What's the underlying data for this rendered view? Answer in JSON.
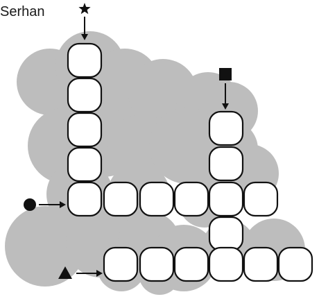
{
  "author_label": "Serhan",
  "colors": {
    "blob": "#bdbdbd",
    "cell_fill": "#ffffff",
    "cell_stroke": "#111111",
    "marker": "#111111"
  },
  "markers": [
    {
      "name": "star-marker",
      "shape": "star",
      "direction": "down"
    },
    {
      "name": "square-marker",
      "shape": "square",
      "direction": "down"
    },
    {
      "name": "circle-marker",
      "shape": "circle",
      "direction": "right"
    },
    {
      "name": "triangle-marker",
      "shape": "triangle",
      "direction": "right"
    }
  ],
  "cell_count": 19
}
